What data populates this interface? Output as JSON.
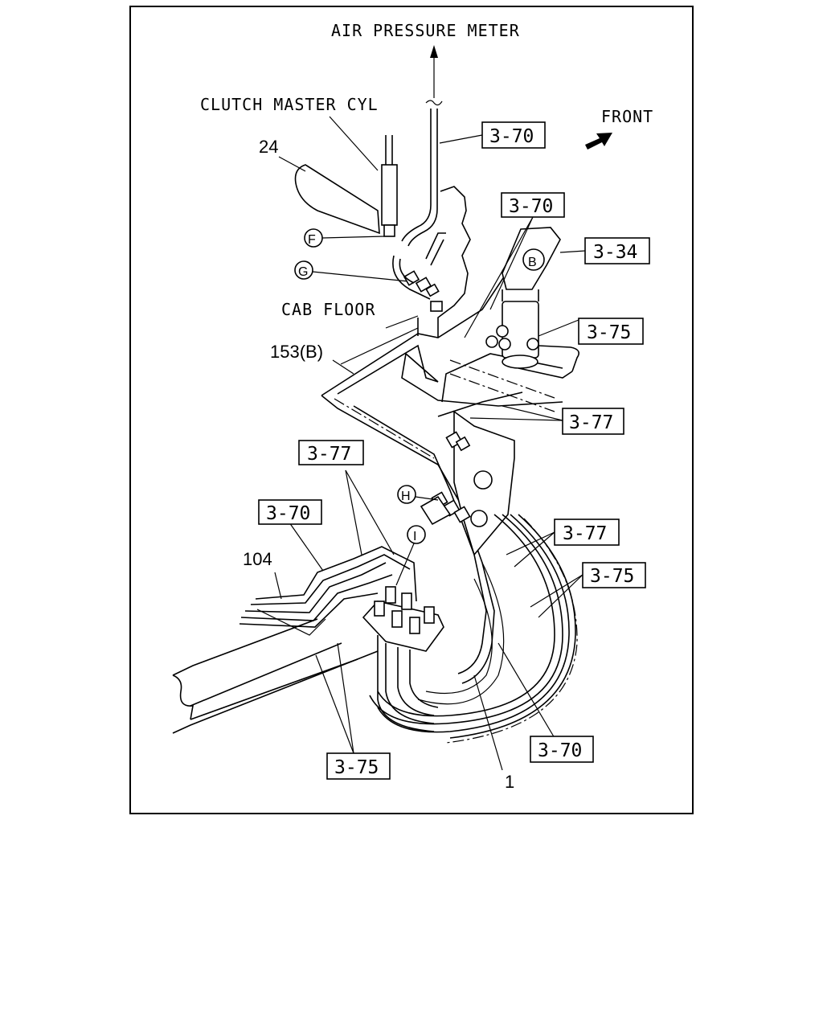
{
  "labels": {
    "air_pressure_meter": "AIR PRESSURE METER",
    "clutch_master_cyl": "CLUTCH MASTER CYL",
    "front": "FRONT",
    "cab_floor": "CAB FLOOR"
  },
  "part_numbers": {
    "p24": "24",
    "p153b": "153(B)",
    "p104": "104",
    "p1": "1"
  },
  "circle_markers": {
    "f": "F",
    "g": "G",
    "b": "B",
    "h": "H",
    "i": "I"
  },
  "refs": {
    "r1": "3-70",
    "r2": "3-70",
    "r3": "3-34",
    "r4": "3-75",
    "r5": "3-77",
    "r6": "3-77",
    "r7": "3-70",
    "r8": "3-77",
    "r9": "3-75",
    "r10": "3-70",
    "r11": "3-75"
  }
}
